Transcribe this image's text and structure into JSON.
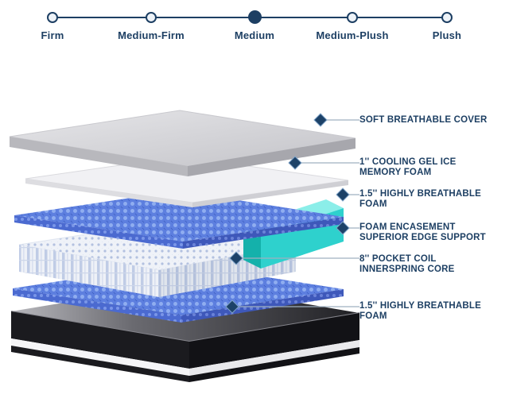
{
  "firmness_scale": {
    "selected": "Medium",
    "options": [
      {
        "label": "Firm",
        "selected": false
      },
      {
        "label": "Medium-Firm",
        "selected": false
      },
      {
        "label": "Medium",
        "selected": true
      },
      {
        "label": "Medium-Plush",
        "selected": false
      },
      {
        "label": "Plush",
        "selected": false
      }
    ]
  },
  "diagram": {
    "marker_icon": "diamond",
    "callouts": [
      {
        "line1": "SOFT BREATHABLE COVER",
        "line2": ""
      },
      {
        "line1": "1'' COOLING GEL ICE",
        "line2": "MEMORY FOAM"
      },
      {
        "line1": "1.5'' HIGHLY BREATHABLE",
        "line2": "FOAM"
      },
      {
        "line1": "FOAM ENCASEMENT",
        "line2": "SUPERIOR EDGE SUPPORT"
      },
      {
        "line1": "8'' POCKET COIL",
        "line2": "INNERSPRING CORE"
      },
      {
        "line1": "1.5'' HIGHLY BREATHABLE",
        "line2": "FOAM"
      }
    ],
    "colors": {
      "accent_navy": "#1d3f63",
      "foam_blue": "#5d7fdf",
      "encasement_teal": "#2ed1cd",
      "cover_gray": "#cfcfd3",
      "base_black": "#1a1a1e"
    }
  }
}
